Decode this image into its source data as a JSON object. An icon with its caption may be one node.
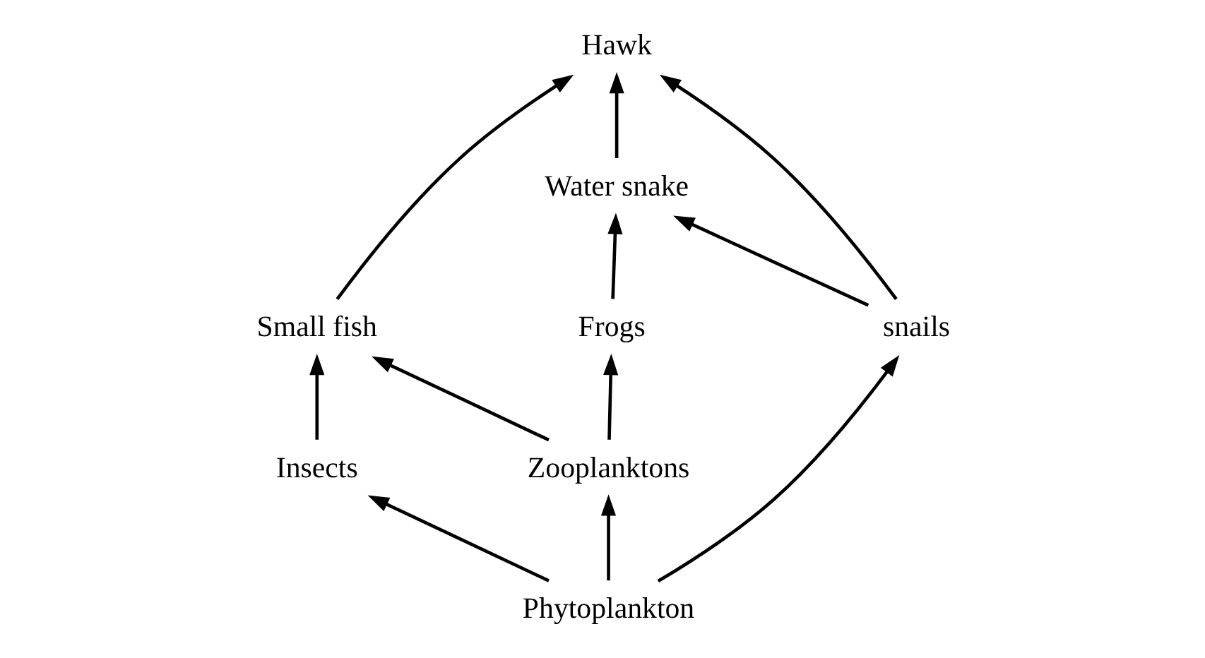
{
  "diagram": {
    "nodes": [
      {
        "text": [
          "Hawk"
        ]
      },
      {
        "text": [
          "Water snake"
        ]
      },
      {
        "text": [
          "Small fish"
        ]
      },
      {
        "text": [
          "snails"
        ]
      },
      {
        "text": [
          "Frogs"
        ]
      },
      {
        "text": [
          "Insects"
        ]
      },
      {
        "text": [
          "Zooplanktons"
        ]
      },
      {
        "text": [
          "Phytoplankton"
        ]
      }
    ],
    "edges": [
      {
        "from": 1,
        "to": 0,
        "arrow": "to"
      },
      {
        "from": 2,
        "to": 0,
        "arrow": "to"
      },
      {
        "from": 3,
        "to": 0,
        "arrow": "to"
      },
      {
        "from": 3,
        "to": 1,
        "arrow": "to"
      },
      {
        "from": 4,
        "to": 1,
        "arrow": "to"
      },
      {
        "from": 6,
        "to": 4,
        "arrow": "to"
      },
      {
        "from": 6,
        "to": 2,
        "arrow": "to"
      },
      {
        "from": 5,
        "to": 2,
        "arrow": "to"
      },
      {
        "from": 7,
        "to": 5,
        "arrow": "to"
      },
      {
        "from": 7,
        "to": 6,
        "arrow": "to"
      },
      {
        "from": 7,
        "to": 3,
        "arrow": "to"
      }
    ]
  }
}
